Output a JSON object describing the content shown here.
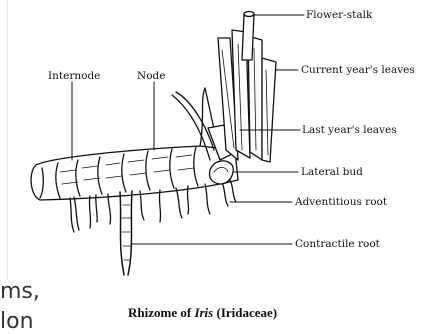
{
  "labels": {
    "flower_stalk": "Flower-stalk",
    "current_leaves": "Current year's leaves",
    "last_leaves": "Last year's leaves",
    "lateral_bud": "Lateral bud",
    "adventitious_root": "Adventitious root",
    "contractile_root": "Contractile root",
    "internode": "Internode",
    "node": "Node"
  },
  "caption": {
    "prefix": "Rhizome of ",
    "genus": "Iris",
    "family": "(Iridaceae)"
  },
  "background_text": {
    "line1": "ms,",
    "line2": "lon"
  }
}
